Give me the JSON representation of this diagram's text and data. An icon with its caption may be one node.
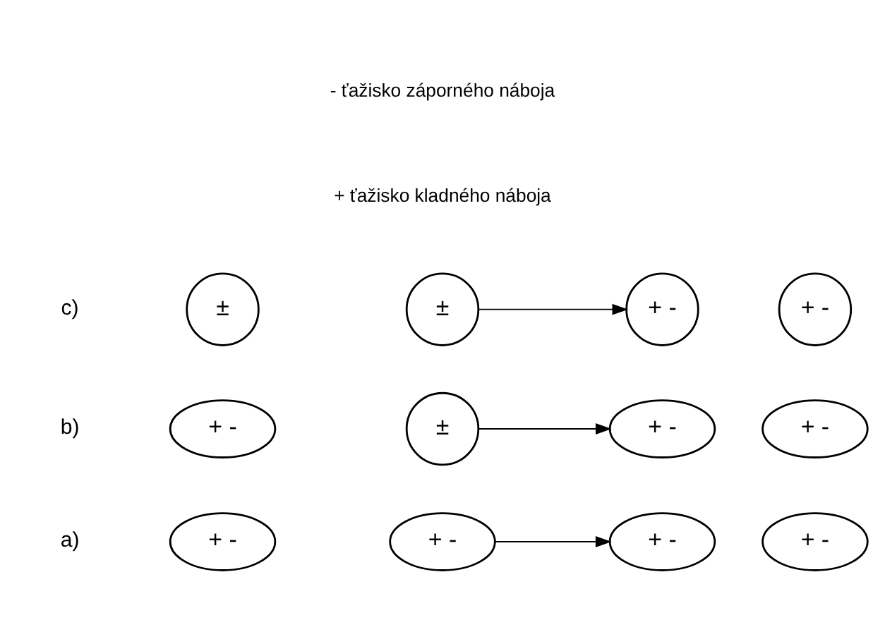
{
  "diagram": {
    "nodes": [
      {
        "text": [
          "+ -"
        ]
      },
      {
        "text": [
          "+ -"
        ]
      },
      {
        "text": [
          "+ -"
        ]
      },
      {
        "text": [
          "+ -"
        ]
      },
      {
        "text": [
          "+ -"
        ]
      },
      {
        "text": [
          "±"
        ]
      },
      {
        "text": [
          "+ -"
        ]
      },
      {
        "text": [
          "+ -"
        ]
      },
      {
        "text": [
          "±"
        ]
      },
      {
        "text": [
          "±"
        ]
      },
      {
        "text": [
          "+ -"
        ]
      },
      {
        "text": [
          "+ -"
        ]
      }
    ],
    "edges": [
      {
        "from": 1,
        "to": 2,
        "arrow": "to"
      },
      {
        "from": 5,
        "to": 6,
        "arrow": "to"
      },
      {
        "from": 9,
        "to": 10,
        "arrow": "to"
      }
    ],
    "labels": [
      "a)",
      "b)",
      "c)",
      "+ ťažisko kladného náboja",
      "- ťažisko záporného náboja"
    ]
  }
}
